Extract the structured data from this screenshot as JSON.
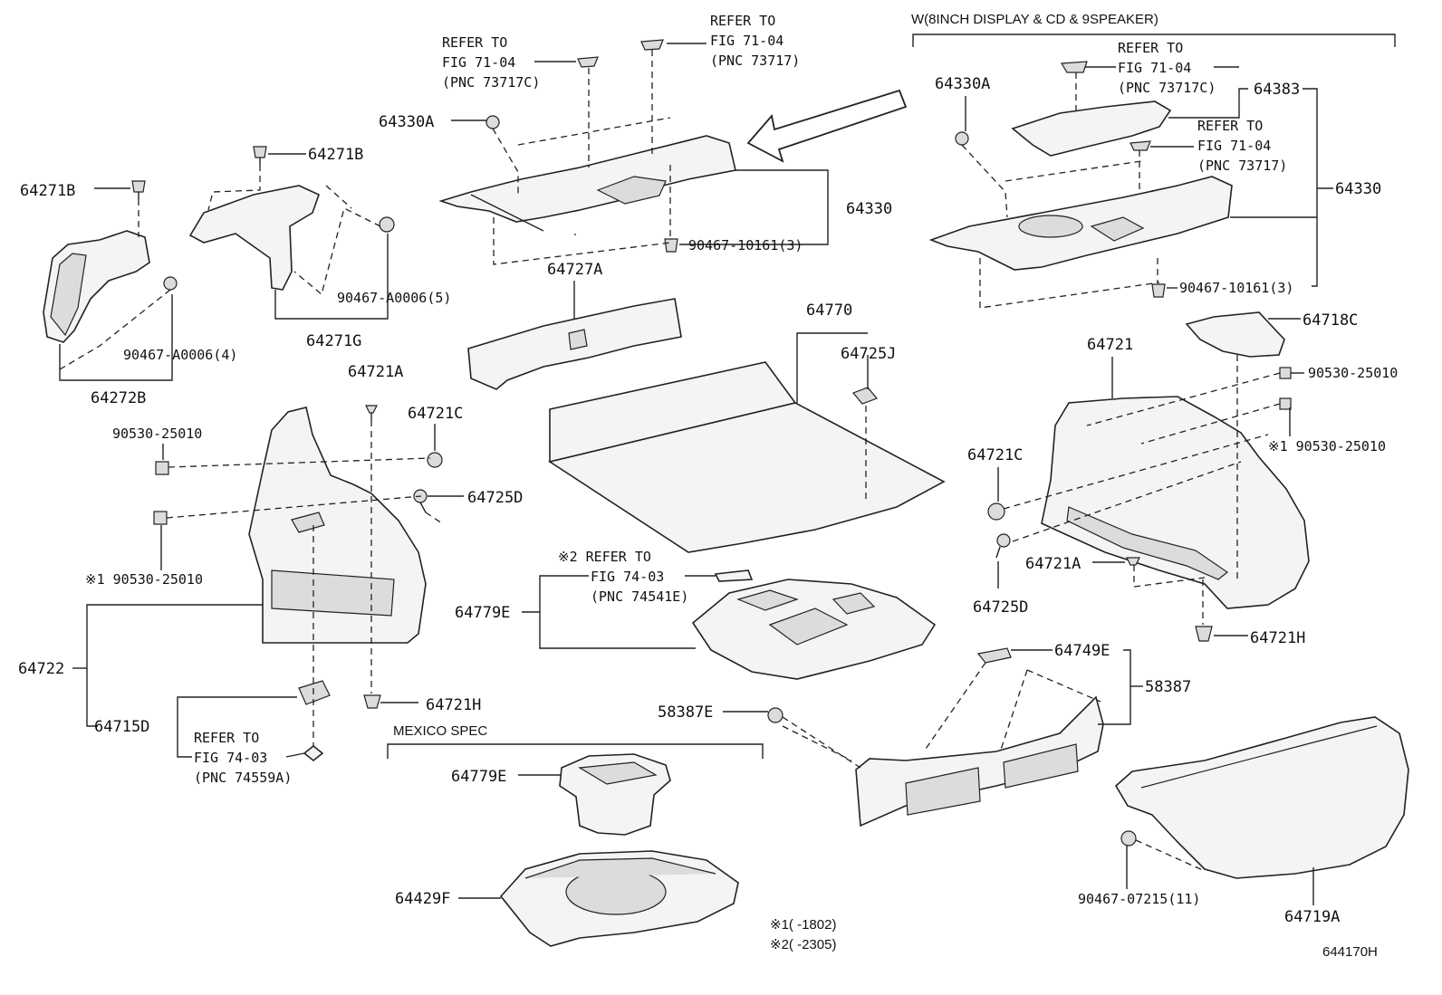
{
  "labels": {
    "l64271B_a": "64271B",
    "l64271B_b": "64271B",
    "l64272B": "64272B",
    "l90467_A0006_4": "90467-A0006(4)",
    "l90467_A0006_5": "90467-A0006(5)",
    "l64271G": "64271G",
    "l64330A_a": "64330A",
    "l64330A_b": "64330A",
    "l64330_a": "64330",
    "l64330_b": "64330",
    "l90467_10161_a": "90467-10161(3)",
    "l90467_10161_b": "90467-10161(3)",
    "l64727A": "64727A",
    "l64770": "64770",
    "l64725J": "64725J",
    "l64721A_a": "64721A",
    "l64721A_b": "64721A",
    "l64721C_a": "64721C",
    "l64721C_b": "64721C",
    "l64725D_a": "64725D",
    "l64725D_b": "64725D",
    "l90530_a": "90530-25010",
    "l90530_b": "※1 90530-25010",
    "l90530_c": "90530-25010",
    "l90530_d": "※1 90530-25010",
    "l64722": "64722",
    "l64715D": "64715D",
    "l64721H_a": "64721H",
    "l64721H_b": "64721H",
    "l64779E_a": "64779E",
    "l64779E_b": "64779E",
    "l64429F": "64429F",
    "l64383": "64383",
    "l64718C": "64718C",
    "l64721": "64721",
    "l64749E": "64749E",
    "l58387": "58387",
    "l58387E": "58387E",
    "l90467_07215": "90467-07215(11)",
    "l64719A": "64719A"
  },
  "refer": {
    "r1": [
      "REFER TO",
      "FIG 71-04",
      "(PNC 73717C)"
    ],
    "r2": [
      "REFER TO",
      "FIG 71-04",
      "(PNC 73717)"
    ],
    "r3": [
      "REFER TO",
      "FIG 71-04",
      "(PNC 73717C)"
    ],
    "r4": [
      "REFER TO",
      "FIG 71-04",
      "(PNC 73717)"
    ],
    "r5": [
      "※2 REFER TO",
      "FIG 74-03",
      "(PNC 74541E)"
    ],
    "r6": [
      "REFER TO",
      "FIG 74-03",
      "(PNC 74559A)"
    ]
  },
  "headers": {
    "display_variant": "W(8INCH DISPLAY & CD & 9SPEAKER)",
    "mexico_spec": "MEXICO SPEC"
  },
  "notes": {
    "n1": "※1(      -1802)",
    "n2": "※2(      -2305)"
  },
  "figure_id": "644170H"
}
